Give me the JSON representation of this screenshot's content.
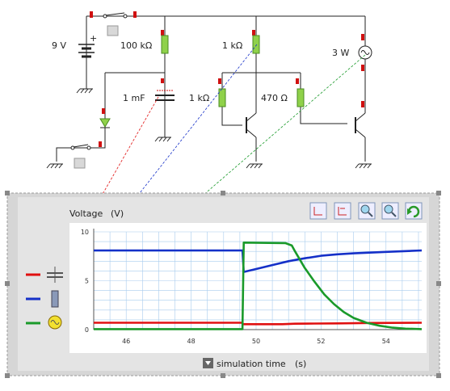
{
  "circuit": {
    "battery_label": "9 V",
    "r1_label": "100 kΩ",
    "r2_label": "1 kΩ",
    "r3_label": "1 kΩ",
    "r4_label": "470 Ω",
    "capacitor_label": "1 mF",
    "lamp_label": "3 W"
  },
  "graph_panel": {
    "toolbar": [
      "zoom-fit-icon",
      "zoom-region-icon",
      "zoom-in-icon",
      "zoom-out-icon",
      "refresh-icon"
    ],
    "legend_icons": [
      "capacitor-icon",
      "resistor-icon",
      "lamp-icon"
    ],
    "xlabel_button": "simulation time",
    "xlabel_unit": "(s)"
  },
  "colors": {
    "red": "#e01010",
    "blue": "#1530c8",
    "green": "#1a9a2a",
    "grid": "#a8ccee"
  },
  "chart_data": {
    "type": "line",
    "ylabel": "Voltage",
    "yunit": "(V)",
    "xlim": [
      45,
      55.1
    ],
    "ylim": [
      0,
      10
    ],
    "xticks": [
      46,
      48,
      50,
      52,
      54
    ],
    "yticks": [
      0,
      5,
      10
    ],
    "series": [
      {
        "color": "#e01010",
        "points": [
          [
            45,
            0.7
          ],
          [
            49.58,
            0.7
          ],
          [
            49.6,
            0.55
          ],
          [
            50.8,
            0.55
          ],
          [
            51.2,
            0.6
          ],
          [
            51.8,
            0.62
          ],
          [
            52.5,
            0.64
          ],
          [
            53.5,
            0.68
          ],
          [
            55.1,
            0.7
          ]
        ]
      },
      {
        "color": "#1530c8",
        "points": [
          [
            45,
            8.1
          ],
          [
            49.58,
            8.1
          ],
          [
            49.62,
            5.9
          ],
          [
            50,
            6.2
          ],
          [
            50.5,
            6.6
          ],
          [
            51,
            7.0
          ],
          [
            51.5,
            7.3
          ],
          [
            52,
            7.55
          ],
          [
            52.5,
            7.7
          ],
          [
            53,
            7.8
          ],
          [
            54,
            7.95
          ],
          [
            55.1,
            8.1
          ]
        ]
      },
      {
        "color": "#1a9a2a",
        "points": [
          [
            45,
            0.05
          ],
          [
            49.58,
            0.05
          ],
          [
            49.62,
            8.9
          ],
          [
            50.9,
            8.85
          ],
          [
            51.1,
            8.6
          ],
          [
            51.2,
            8.0
          ],
          [
            51.5,
            6.3
          ],
          [
            51.8,
            4.9
          ],
          [
            52.1,
            3.6
          ],
          [
            52.4,
            2.6
          ],
          [
            52.7,
            1.8
          ],
          [
            53,
            1.2
          ],
          [
            53.4,
            0.7
          ],
          [
            53.8,
            0.4
          ],
          [
            54.2,
            0.2
          ],
          [
            54.6,
            0.1
          ],
          [
            55.1,
            0.05
          ]
        ]
      }
    ]
  }
}
